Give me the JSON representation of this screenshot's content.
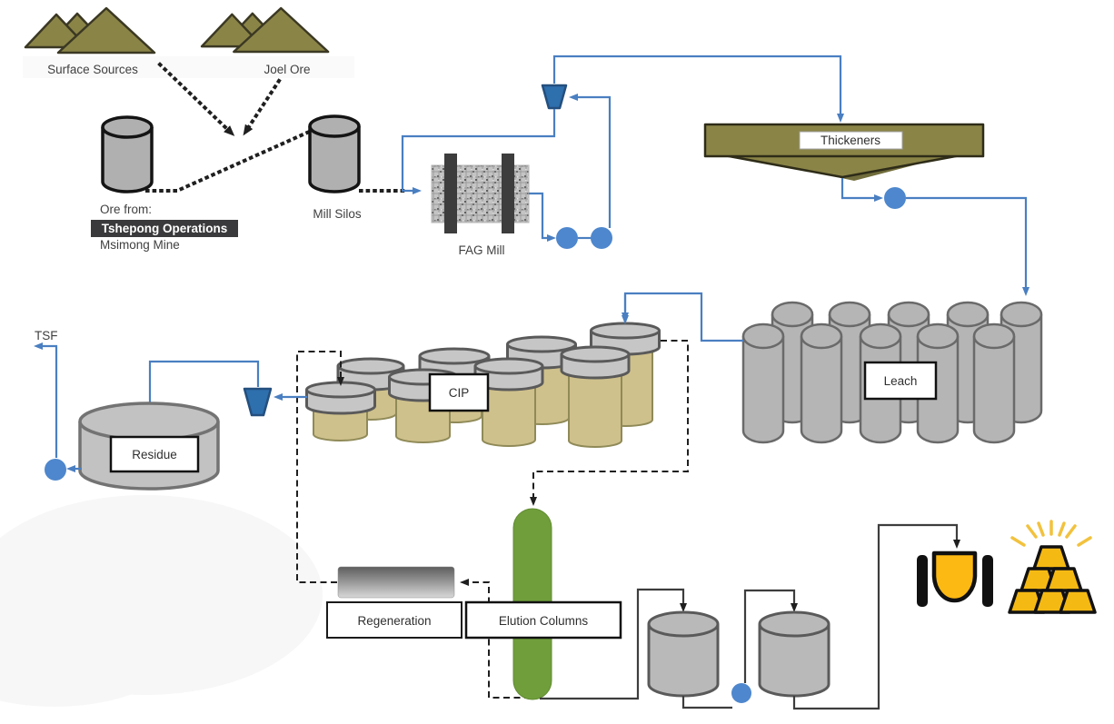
{
  "labels": {
    "surface_sources": "Surface Sources",
    "joel_ore": "Joel Ore",
    "ore_from": "Ore from:",
    "tshepong": "Tshepong Operations",
    "msimong": "Msimong Mine",
    "mill_silos": "Mill Silos",
    "fag_mill": "FAG Mill",
    "thickeners": "Thickeners",
    "leach": "Leach",
    "cip": "CIP",
    "residue": "Residue",
    "tsf": "TSF",
    "regeneration": "Regeneration",
    "elution_columns": "Elution Columns"
  },
  "icons": {
    "mountains-icon": "three overlapping olive triangles (ore source)",
    "silo-icon": "gray cylinder with black outline",
    "cyclone-icon": "blue inverted-trapezoid funnel",
    "pump-icon": "solid blue circle on flow line",
    "mill-icon": "speckled gray drum with two dark rings",
    "thickener-icon": "olive shallow cone vessel",
    "elution-icon": "green vertical capsule column",
    "regeneration-icon": "gray gradient horizontal drum",
    "furnace-icon": "gold crucible flanked by black bars",
    "gold-bars-icon": "pyramid of six gold ingots with rays"
  },
  "colors": {
    "olive": "#8a8447",
    "flow_blue": "#4a7fc1",
    "pump_blue": "#4e87cd",
    "funnel_blue": "#2e6fad",
    "tank_gray": "#b5b5b5",
    "cip_tan": "#cfc18c",
    "elution_green": "#6f9e3b",
    "gold": "#f5b914",
    "label_dark": "#3f3f3f",
    "highlight_box": "#3a3a3c"
  }
}
